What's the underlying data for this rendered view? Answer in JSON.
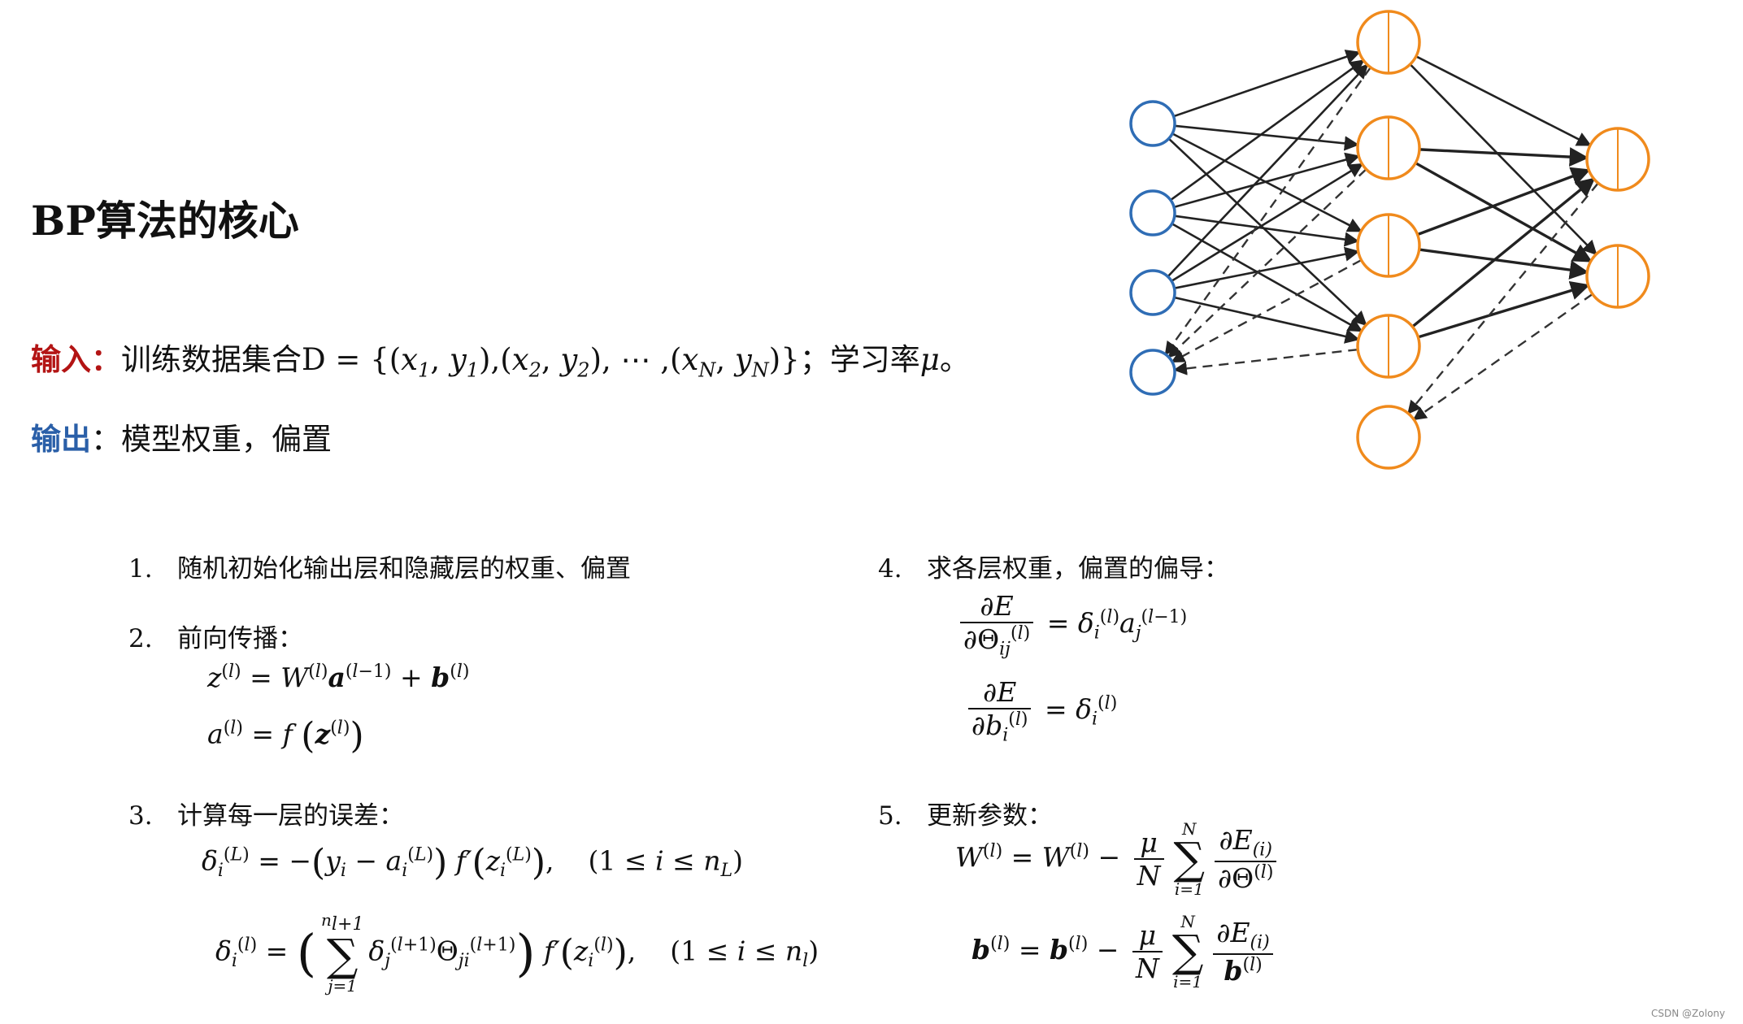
{
  "title": "BP算法的核心",
  "input": {
    "label": "输入：",
    "text_prefix": "训练数据集合D = {(",
    "x1": "x",
    "s1": "1",
    "y1": "y",
    "t1": "1",
    "x2": "x",
    "s2": "2",
    "y2": "y",
    "t2": "2",
    "xN": "x",
    "sN": "N",
    "yN": "y",
    "tN": "N",
    "learning_rate_text": "}；学习率",
    "mu": "μ",
    "end": "。"
  },
  "output": {
    "label": "输出",
    "colon": "：",
    "text": "模型权重，偏置"
  },
  "steps": [
    {
      "num": "1.",
      "text": "随机初始化输出层和隐藏层的权重、偏置"
    },
    {
      "num": "2.",
      "text": "前向传播："
    },
    {
      "num": "3.",
      "text": "计算每一层的误差："
    },
    {
      "num": "4.",
      "text": "求各层权重，偏置的偏导："
    },
    {
      "num": "5.",
      "text": "更新参数："
    }
  ],
  "equations": {
    "forward_z": "z(l) = W(l)a(l−1) + b(l)",
    "forward_a": "a(l) = f (z(l))",
    "delta_L": "δi(L) = −(yi − ai(L)) f′(zi(L)),   (1 ≤ i ≤ nL)",
    "delta_l": "δi(l) = (Σ j=1..n(l+1) δj(l+1) Θji(l+1)) f′(zi(l)),   (1 ≤ i ≤ nl)",
    "grad_theta": "∂E/∂Θij(l) = δi(l) aj(l−1)",
    "grad_b": "∂E/∂bi(l) = δi(l)",
    "update_W": "W(l) = W(l) − μ/N Σ i=1..N ∂E(i)/∂Θ(l)",
    "update_b": "b(l) = b(l) − μ/N Σ i=1..N ∂E(i)/b(l)"
  },
  "network": {
    "input_color": "#2f6db5",
    "hidden_color": "#f08a1c",
    "output_color": "#f08a1c",
    "input_layer_nodes": 4,
    "hidden_layer_nodes": 5,
    "output_layer_nodes": 2
  },
  "watermark": "CSDN @Zolony"
}
